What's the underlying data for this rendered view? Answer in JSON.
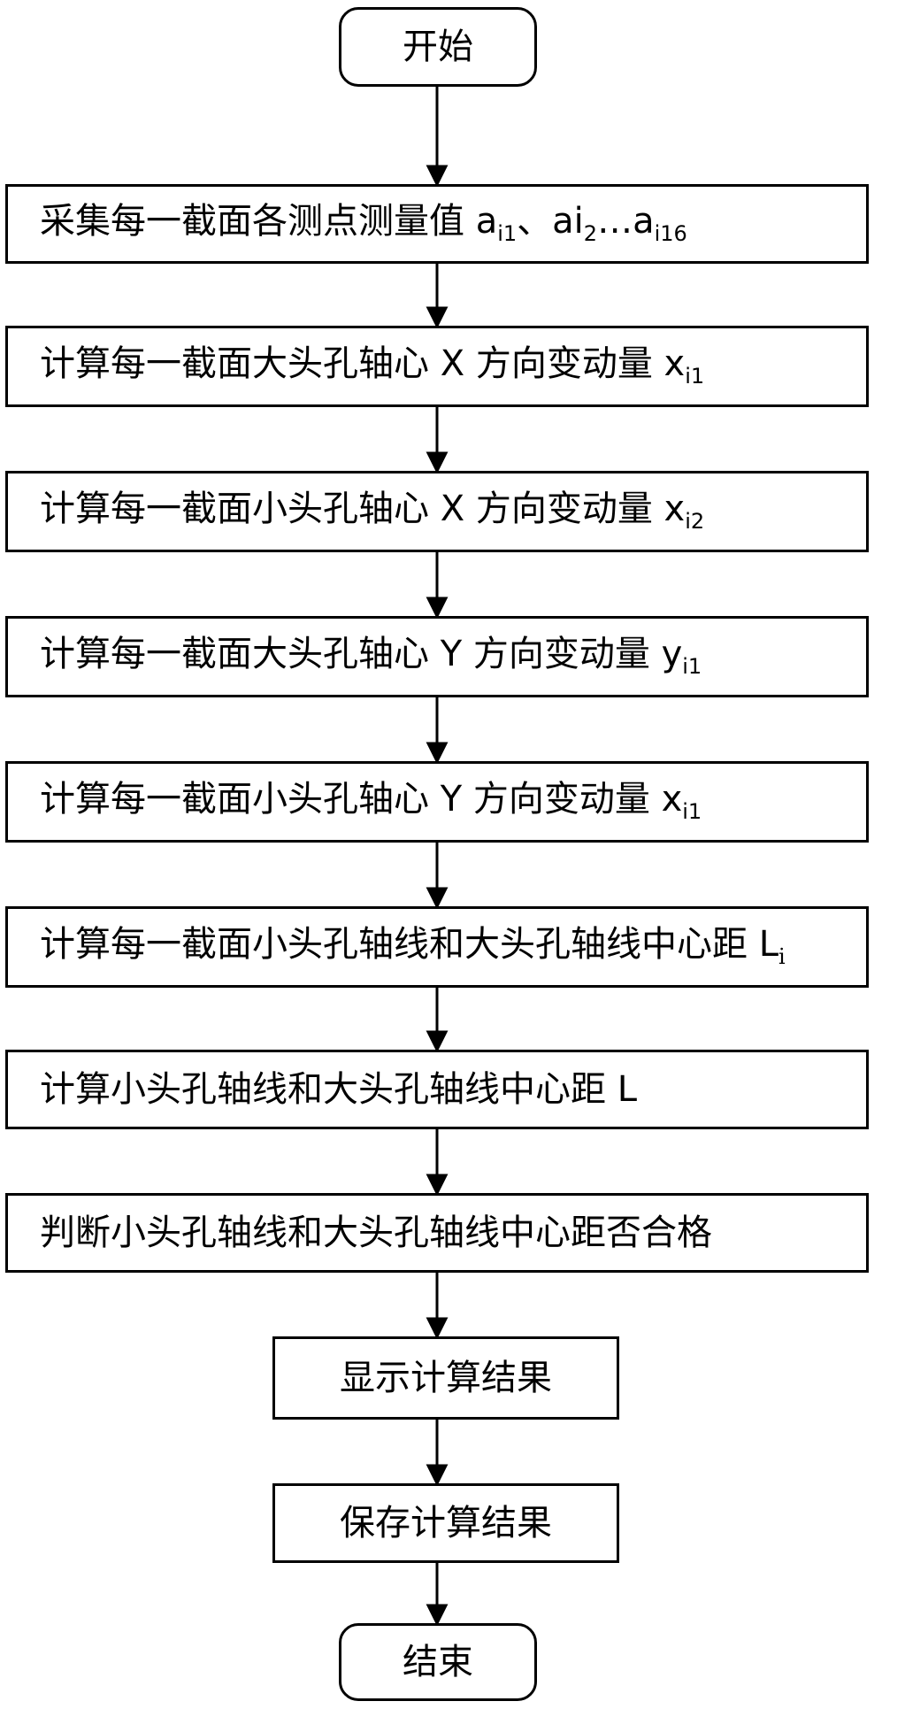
{
  "flowchart": {
    "start": "开始",
    "steps": [
      {
        "text": "采集每一截面各测点测量值 a",
        "sub1": "i1",
        "mid": "、ai",
        "sub2": "2",
        "mid2": "…a",
        "sub3": "i16"
      },
      {
        "text": "计算每一截面大头孔轴心 X 方向变动量 x",
        "sub": "i1"
      },
      {
        "text": "计算每一截面小头孔轴心 X 方向变动量 x",
        "sub": "i2"
      },
      {
        "text": "计算每一截面大头孔轴心 Y 方向变动量 y",
        "sub": "i1"
      },
      {
        "text": "计算每一截面小头孔轴心 Y 方向变动量 x",
        "sub": "i1"
      },
      {
        "text": "计算每一截面小头孔轴线和大头孔轴线中心距 L",
        "sub": "i"
      },
      {
        "text": "计算小头孔轴线和大头孔轴线中心距 L"
      },
      {
        "text": "判断小头孔轴线和大头孔轴线中心距否合格"
      },
      {
        "text": "显示计算结果"
      },
      {
        "text": "保存计算结果"
      }
    ],
    "end": "结束"
  }
}
